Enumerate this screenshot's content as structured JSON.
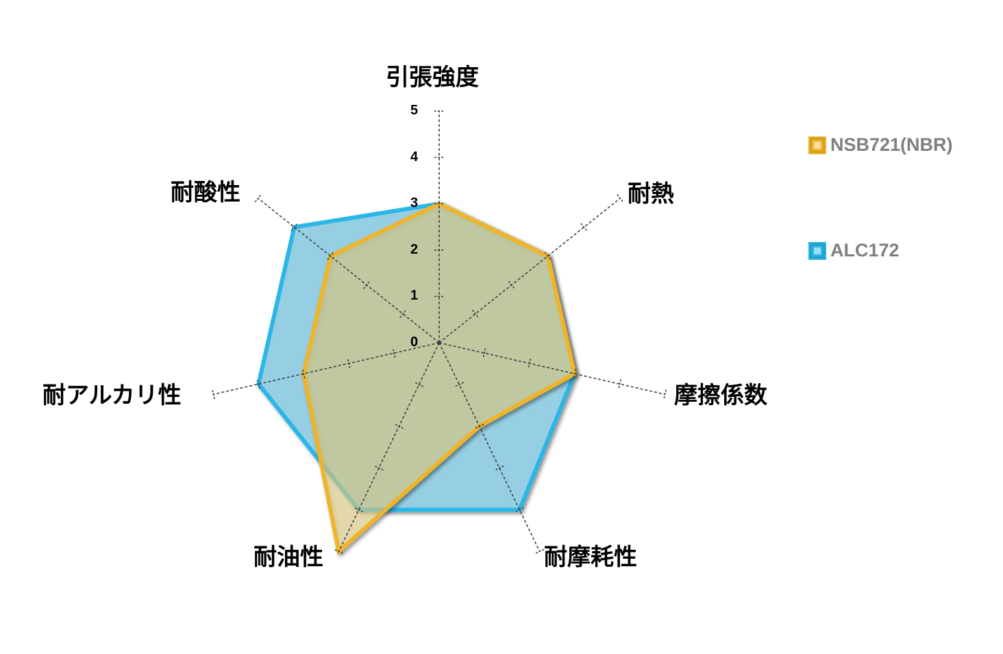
{
  "chart_data": {
    "type": "radar",
    "title": "",
    "categories": [
      "引張強度",
      "耐熱",
      "摩擦係数",
      "耐摩耗性",
      "耐油性",
      "耐アルカリ性",
      "耐酸性"
    ],
    "series": [
      {
        "name": "NSB721(NBR)",
        "values": [
          3,
          3,
          3,
          2,
          5,
          3,
          3
        ],
        "stroke": "#F0B429",
        "fill": "#E6D68A"
      },
      {
        "name": "ALC172",
        "values": [
          3,
          3,
          3,
          4,
          4,
          4,
          4
        ],
        "stroke": "#29B6E6",
        "fill": "#8FD0E6"
      }
    ],
    "rlim": [
      0,
      5
    ],
    "rticks": [
      "0",
      "1",
      "2",
      "3",
      "4",
      "5"
    ],
    "grid": false,
    "axis_style": "dashed",
    "legend_position": "right"
  },
  "legend": {
    "items": [
      {
        "label": "NSB721(NBR)",
        "color": "#F0B429"
      },
      {
        "label": "ALC172",
        "color": "#29B6E6"
      }
    ]
  }
}
